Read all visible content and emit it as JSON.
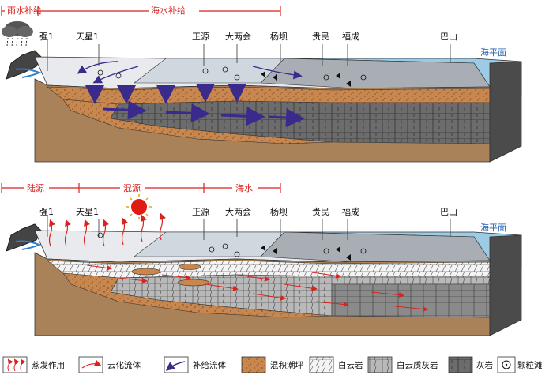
{
  "top": {
    "supply_labels": {
      "rain": "雨水补给",
      "sea": "海水补给"
    },
    "wells": [
      "强1",
      "天星1",
      "正源",
      "大两会",
      "杨坝",
      "贵民",
      "福成",
      "巴山"
    ],
    "sea_level": "海平面"
  },
  "bottom": {
    "source_labels": {
      "land": "陆源",
      "mixed": "混源",
      "sea": "海水"
    },
    "wells": [
      "强1",
      "天星1",
      "正源",
      "大两会",
      "杨坝",
      "贵民",
      "福成",
      "巴山"
    ],
    "sea_level": "海平面"
  },
  "legend": [
    "蒸发作用",
    "云化流体",
    "补给流体",
    "混积潮坪",
    "白云岩",
    "白云质灰岩",
    "灰岩",
    "颗粒滩"
  ],
  "colors": {
    "red": "#d8231f",
    "blue": "#1f5fb0",
    "arrow_blue": "#3a2a8c",
    "tidal_flat": "#c8874e",
    "dolomite": "#f4f4f4",
    "limestone": "#666666"
  }
}
